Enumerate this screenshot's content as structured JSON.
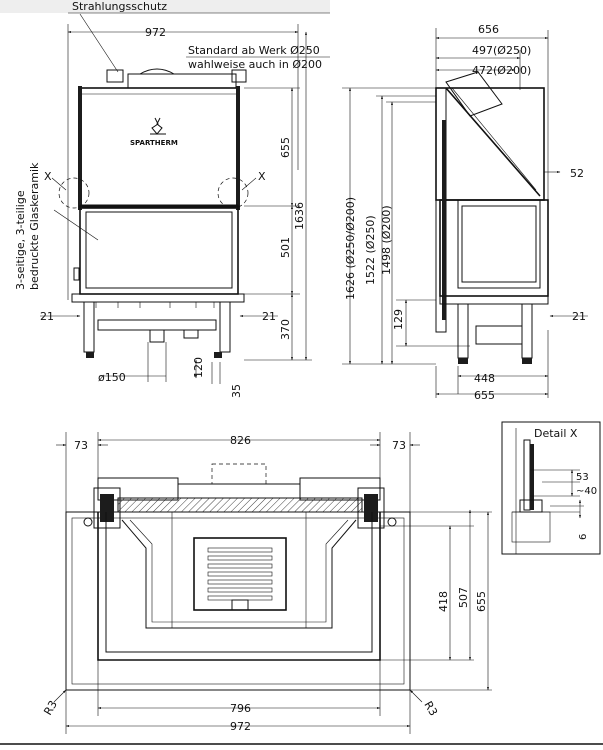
{
  "labels": {
    "top_note": "Strahlungsschutz",
    "flue_standard": "Standard ab Werk Ø250",
    "flue_optional": "wahlweise auch in Ø200",
    "brand": "SPARTHERM",
    "glass_note_line1": "3-seitige, 3-teilige",
    "glass_note_line2": "bedruckte Glaskeramik",
    "marker_left": "X",
    "marker_right": "X",
    "detail_title": "Detail X"
  },
  "front_view": {
    "width": "972",
    "h_upper": "655",
    "h_lower": "501",
    "h_total": "1636",
    "h_base": "370",
    "side_left": "21",
    "side_right": "21",
    "flue_diameter": "ø150",
    "foot_120": "120",
    "foot_35": "35"
  },
  "side_view": {
    "depth_total": "656",
    "depth_250": "497(Ø250)",
    "depth_200": "472(Ø200)",
    "glass_top": "52",
    "h_250_200": "1626 (Ø250/Ø200)",
    "h_250": "1522 (Ø250)",
    "h_200": "1498 (Ø200)",
    "h_129": "129",
    "side_21": "21",
    "base_448": "448",
    "base_655": "655"
  },
  "top_view": {
    "width_826": "826",
    "offset_left": "73",
    "offset_right": "73",
    "depth_418": "418",
    "depth_507": "507",
    "depth_655": "655",
    "width_796": "796",
    "width_972": "972",
    "radius_left": "R3",
    "radius_right": "R3"
  },
  "detail_x": {
    "d53": "53",
    "d40": "~40",
    "d6": "6"
  }
}
